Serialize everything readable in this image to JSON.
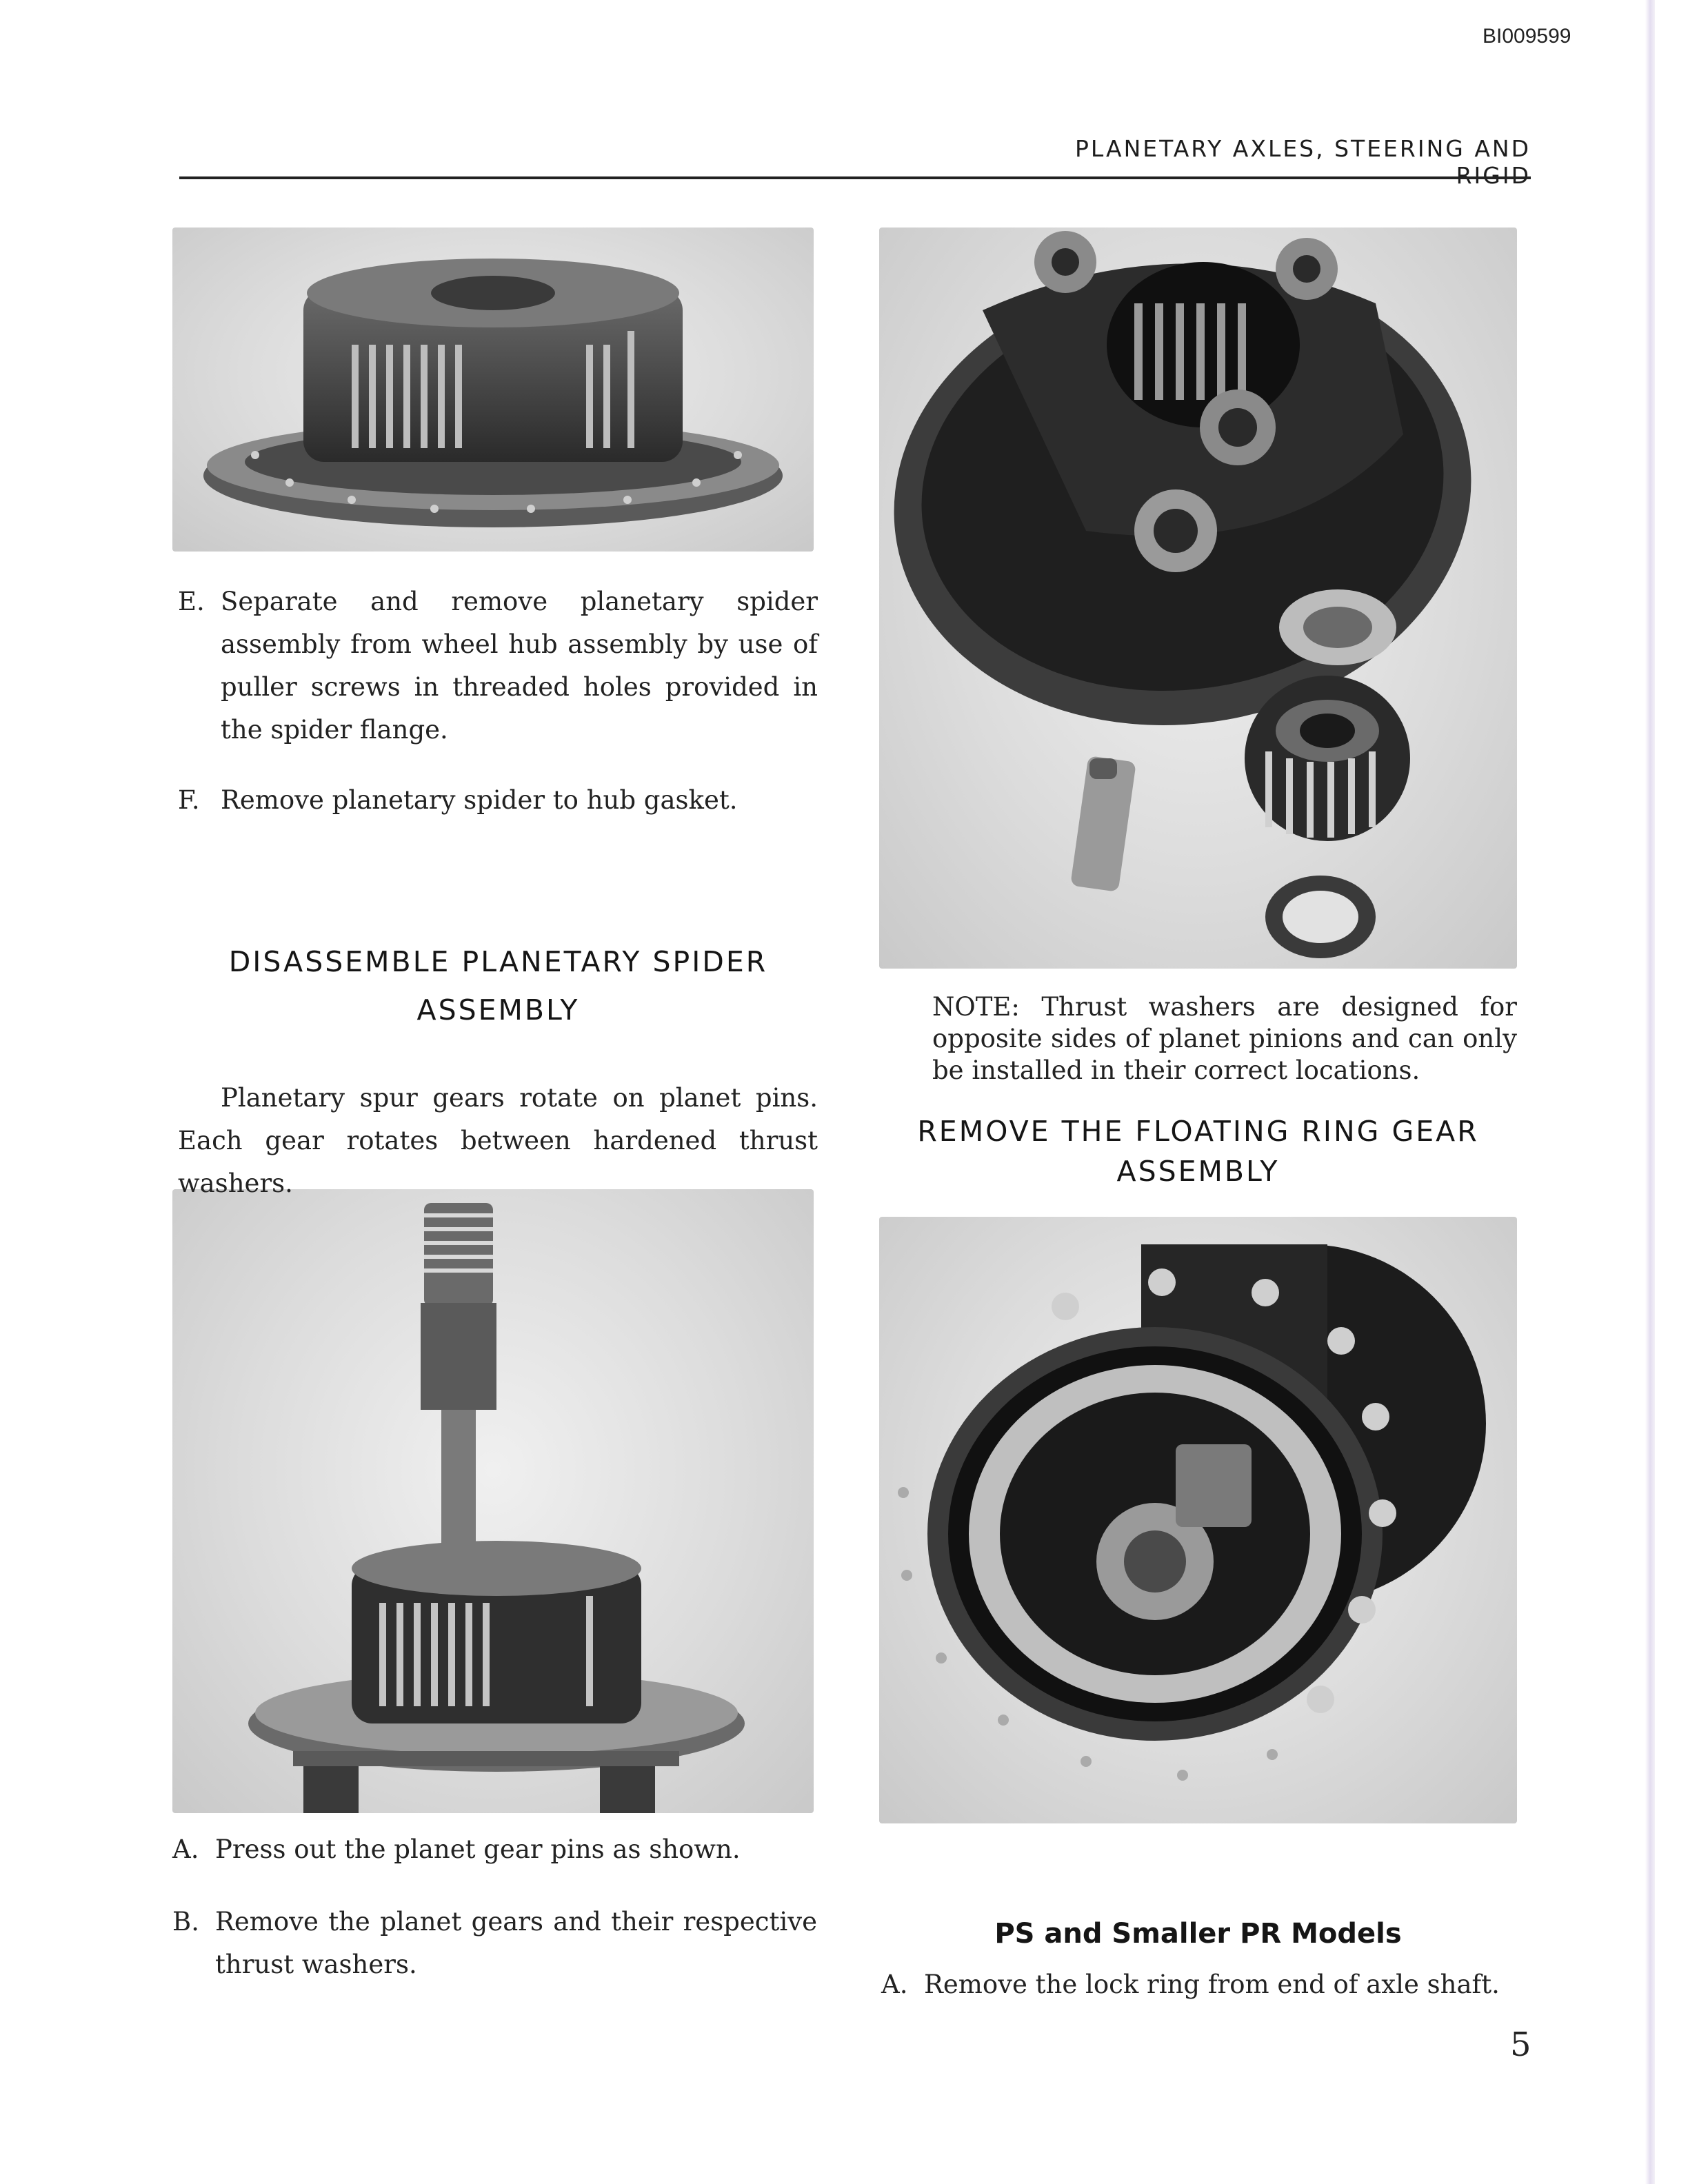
{
  "document_id": "BI009599",
  "running_head": "PLANETARY AXLES, STEERING AND RIGID",
  "left_column": {
    "steps_top": [
      {
        "letter": "E.",
        "text": "Separate and remove planetary spider assembly from wheel hub assembly by use of puller screws in threaded holes provided in the spider flange."
      },
      {
        "letter": "F.",
        "text": "Remove planetary spider to hub gasket."
      }
    ],
    "heading_line1": "DISASSEMBLE PLANETARY SPIDER",
    "heading_line2": "ASSEMBLY",
    "intro": "Planetary spur gears rotate on planet pins. Each gear rotates between hardened thrust washers.",
    "steps_bottom": [
      {
        "letter": "A.",
        "text": "Press out the planet gear pins as shown."
      },
      {
        "letter": "B.",
        "text": "Remove the planet gears and their respective thrust washers."
      }
    ]
  },
  "right_column": {
    "note": "NOTE: Thrust washers are designed for opposite sides of planet pinions and can only be installed in their correct locations.",
    "heading_line1": "REMOVE THE FLOATING RING GEAR",
    "heading_line2": "ASSEMBLY",
    "subheading": "PS and Smaller PR Models",
    "step": {
      "letter": "A.",
      "text": "Remove the lock ring from end of axle shaft."
    }
  },
  "page_number": "5"
}
